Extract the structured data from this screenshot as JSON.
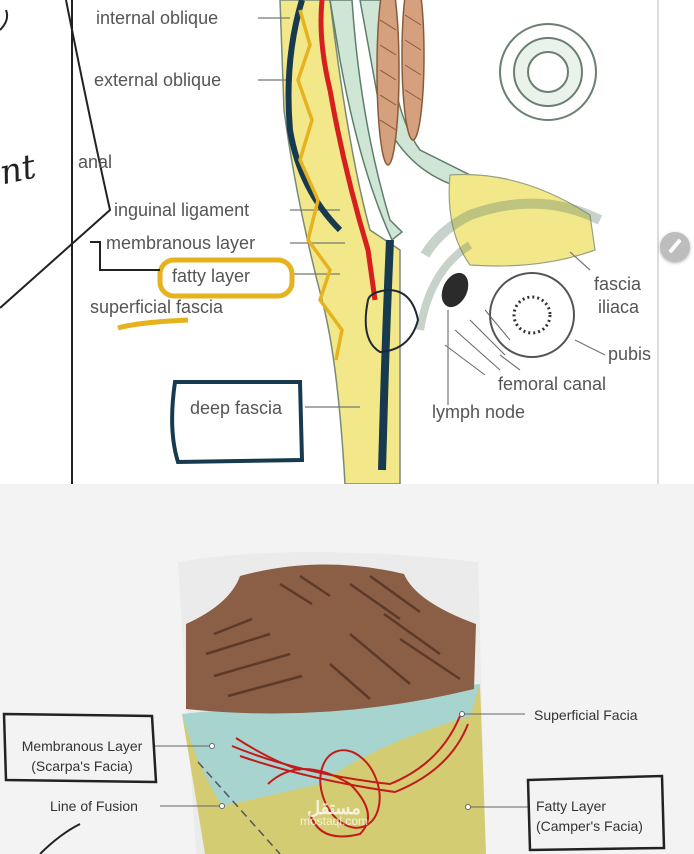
{
  "top_diagram": {
    "labels": {
      "internal_oblique": "internal oblique",
      "external_oblique": "external oblique",
      "canal": "anal",
      "inguinal_ligament": "inguinal ligament",
      "membranous_layer": "membranous layer",
      "fatty_layer": "fatty layer",
      "superficial_fascia": "superficial fascia",
      "deep_fascia": "deep fascia",
      "fascia_iliaca_line1": "fascia",
      "fascia_iliaca_line2": "iliaca",
      "pubis": "pubis",
      "femoral_canal": "femoral canal",
      "lymph_node": "lymph node",
      "handwriting": "nt"
    },
    "colors": {
      "fascia_yellow": "#f2e88a",
      "muscle_green": "#cfe6d6",
      "annotation_red": "#d61f1f",
      "annotation_navy": "#173a4f",
      "annotation_gold": "#e6b21e"
    }
  },
  "bottom_diagram": {
    "labels": {
      "superficial_facia": "Superficial Facia",
      "membranous_layer_l1": "Membranous Layer",
      "membranous_layer_l2": "(Scarpa's Facia)",
      "line_of_fusion": "Line of Fusion",
      "fatty_layer_l1": "Fatty Layer",
      "fatty_layer_l2": "(Camper's Facia)"
    },
    "watermark_l1": "مستقل",
    "watermark_l2": "mostaql.com",
    "colors": {
      "muscle_brown": "#8b5e46",
      "scarpa_teal": "#a8d4cf",
      "camper_yellow": "#d4cc72"
    }
  }
}
